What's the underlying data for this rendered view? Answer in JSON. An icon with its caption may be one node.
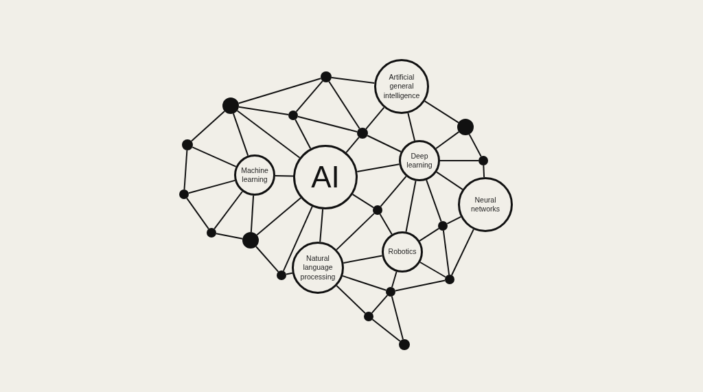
{
  "diagram": {
    "nodes": [
      {
        "text": [
          "Artificial general intelligence"
        ]
      },
      {
        "text": [
          "Machine learning"
        ]
      },
      {
        "text": [
          "AI"
        ]
      },
      {
        "text": [
          "Deep learning"
        ]
      },
      {
        "text": [
          "Neural networks"
        ]
      },
      {
        "text": [
          "Natural language processing"
        ]
      },
      {
        "text": [
          "Robotics"
        ]
      },
      {
        "text": [],
        "shape": "circle"
      },
      {
        "text": [],
        "shape": "circle"
      },
      {
        "text": [],
        "shape": "circle"
      },
      {
        "text": [],
        "shape": "circle"
      },
      {
        "text": [],
        "shape": "circle"
      },
      {
        "text": [],
        "shape": "circle"
      },
      {
        "text": [],
        "shape": "circle"
      },
      {
        "text": [],
        "shape": "circle"
      },
      {
        "text": [],
        "shape": "circle"
      },
      {
        "text": [],
        "shape": "circle"
      },
      {
        "text": [],
        "shape": "circle"
      },
      {
        "text": [],
        "shape": "circle"
      },
      {
        "text": [],
        "shape": "circle"
      },
      {
        "text": [],
        "shape": "circle"
      },
      {
        "text": [],
        "shape": "circle"
      },
      {
        "text": [],
        "shape": "circle"
      },
      {
        "text": [],
        "shape": "circle"
      }
    ],
    "edges": [
      {
        "from": 7,
        "to": 8,
        "arrow": "none"
      },
      {
        "from": 7,
        "to": 0,
        "arrow": "none"
      },
      {
        "from": 7,
        "to": 9,
        "arrow": "none"
      },
      {
        "from": 7,
        "to": 11,
        "arrow": "none"
      },
      {
        "from": 8,
        "to": 9,
        "arrow": "none"
      },
      {
        "from": 8,
        "to": 2,
        "arrow": "none"
      },
      {
        "from": 8,
        "to": 1,
        "arrow": "none"
      },
      {
        "from": 8,
        "to": 12,
        "arrow": "none"
      },
      {
        "from": 9,
        "to": 11,
        "arrow": "none"
      },
      {
        "from": 9,
        "to": 2,
        "arrow": "none"
      },
      {
        "from": 11,
        "to": 2,
        "arrow": "none"
      },
      {
        "from": 11,
        "to": 0,
        "arrow": "none"
      },
      {
        "from": 11,
        "to": 3,
        "arrow": "none"
      },
      {
        "from": 0,
        "to": 3,
        "arrow": "none"
      },
      {
        "from": 0,
        "to": 10,
        "arrow": "none"
      },
      {
        "from": 10,
        "to": 3,
        "arrow": "none"
      },
      {
        "from": 10,
        "to": 13,
        "arrow": "none"
      },
      {
        "from": 3,
        "to": 13,
        "arrow": "none"
      },
      {
        "from": 13,
        "to": 4,
        "arrow": "none"
      },
      {
        "from": 2,
        "to": 3,
        "arrow": "none"
      },
      {
        "from": 3,
        "to": 4,
        "arrow": "none"
      },
      {
        "from": 3,
        "to": 15,
        "arrow": "none"
      },
      {
        "from": 3,
        "to": 6,
        "arrow": "none"
      },
      {
        "from": 3,
        "to": 16,
        "arrow": "none"
      },
      {
        "from": 2,
        "to": 15,
        "arrow": "none"
      },
      {
        "from": 15,
        "to": 6,
        "arrow": "none"
      },
      {
        "from": 15,
        "to": 5,
        "arrow": "none"
      },
      {
        "from": 16,
        "to": 4,
        "arrow": "none"
      },
      {
        "from": 16,
        "to": 6,
        "arrow": "none"
      },
      {
        "from": 16,
        "to": 20,
        "arrow": "none"
      },
      {
        "from": 4,
        "to": 20,
        "arrow": "none"
      },
      {
        "from": 6,
        "to": 5,
        "arrow": "none"
      },
      {
        "from": 6,
        "to": 20,
        "arrow": "none"
      },
      {
        "from": 6,
        "to": 21,
        "arrow": "none"
      },
      {
        "from": 5,
        "to": 21,
        "arrow": "none"
      },
      {
        "from": 5,
        "to": 22,
        "arrow": "none"
      },
      {
        "from": 21,
        "to": 20,
        "arrow": "none"
      },
      {
        "from": 21,
        "to": 22,
        "arrow": "none"
      },
      {
        "from": 21,
        "to": 23,
        "arrow": "none"
      },
      {
        "from": 22,
        "to": 23,
        "arrow": "none"
      },
      {
        "from": 2,
        "to": 5,
        "arrow": "none"
      },
      {
        "from": 2,
        "to": 19,
        "arrow": "none"
      },
      {
        "from": 2,
        "to": 18,
        "arrow": "none"
      },
      {
        "from": 1,
        "to": 2,
        "arrow": "none"
      },
      {
        "from": 1,
        "to": 12,
        "arrow": "none"
      },
      {
        "from": 1,
        "to": 14,
        "arrow": "none"
      },
      {
        "from": 1,
        "to": 17,
        "arrow": "none"
      },
      {
        "from": 1,
        "to": 18,
        "arrow": "none"
      },
      {
        "from": 12,
        "to": 14,
        "arrow": "none"
      },
      {
        "from": 14,
        "to": 17,
        "arrow": "none"
      },
      {
        "from": 17,
        "to": 18,
        "arrow": "none"
      },
      {
        "from": 18,
        "to": 19,
        "arrow": "none"
      },
      {
        "from": 19,
        "to": 5,
        "arrow": "none"
      }
    ]
  }
}
